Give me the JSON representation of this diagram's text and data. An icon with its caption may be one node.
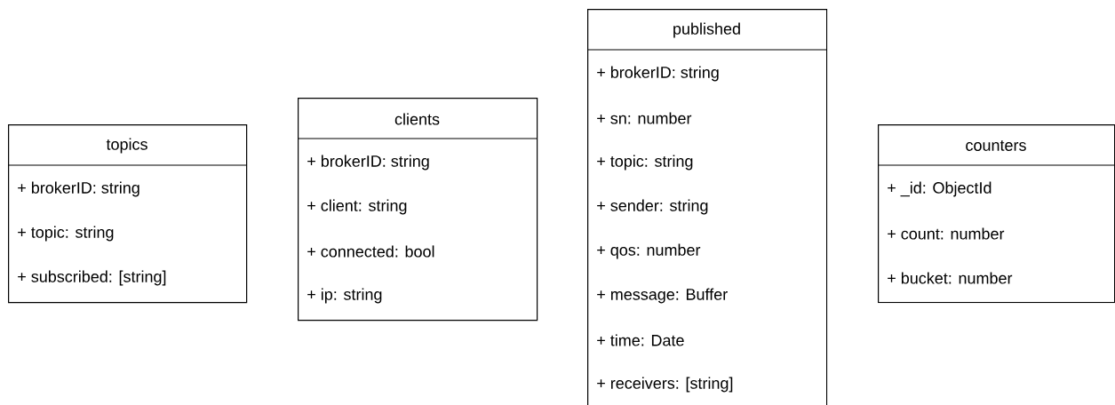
{
  "diagram": {
    "nodes": [
      {
        "text": [
          "topics",
          "+ brokerID: string",
          "+ topic: string",
          "+ subscribed: [string]"
        ]
      },
      {
        "text": [
          "clients",
          "+ brokerID: string",
          "+ client: string",
          "+ connected: bool",
          "+ ip: string"
        ]
      },
      {
        "text": [
          "published",
          "+ brokerID: string",
          "+ sn: number",
          "+ topic: string",
          "+ sender: string",
          "+ qos: number",
          "+ message: Buffer",
          "+ time: Date",
          "+ receivers: [string]"
        ]
      },
      {
        "text": [
          "counters",
          "+ _id: ObjectId",
          "+ count: number",
          "+ bucket: number"
        ]
      }
    ]
  }
}
